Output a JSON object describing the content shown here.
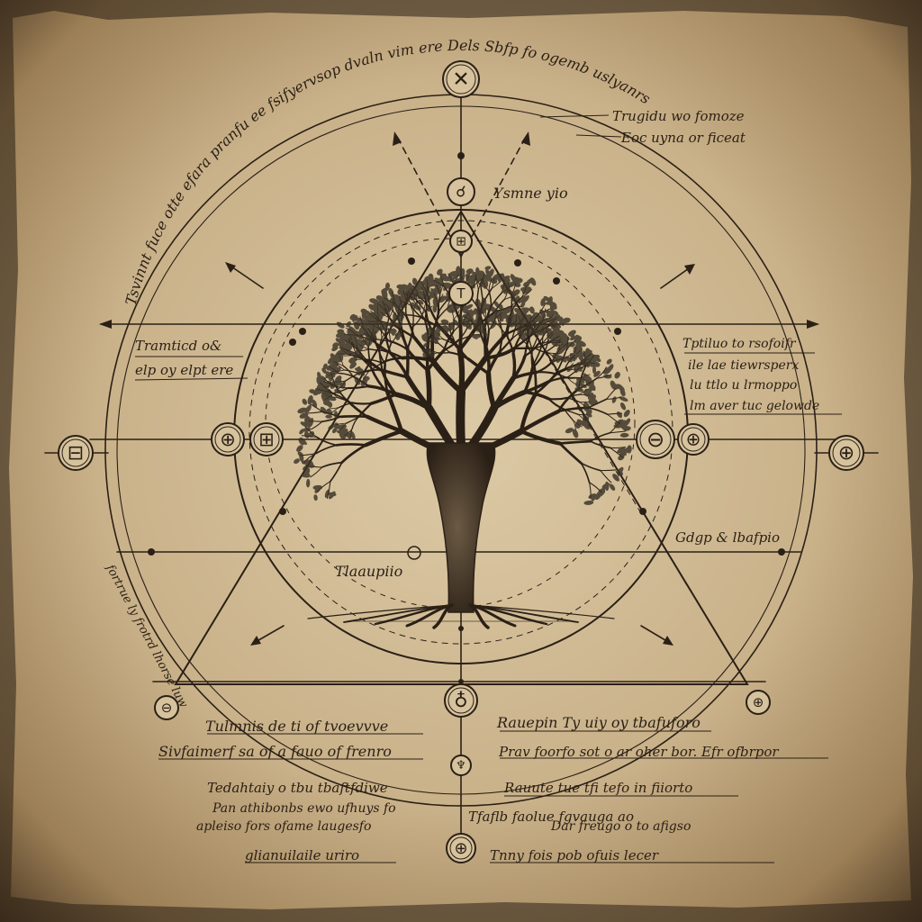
{
  "colors": {
    "parchment_light": "#d9c7a3",
    "parchment_mid": "#c2a97e",
    "parchment_dark": "#6e5434",
    "ink": "#2b2016",
    "leaf": "#3a3226"
  },
  "glyphs": {
    "top": "✕",
    "upper": "☌",
    "apex": "⊞",
    "mid": "T",
    "left_outer": "⊟",
    "left_a": "⊕",
    "left_b": "⊞",
    "right_a": "⊖",
    "right_b": "⊕",
    "right_outer": "⊕",
    "bottom_center": "♁",
    "bottom_small": "♆",
    "bottom_last": "⊕",
    "corner_left": "⊖",
    "corner_right": "⊕"
  },
  "annotations": {
    "outer_ring_top": "Tsvinnt fuce otte efara pranfu ee fsifyervsop dvaln vim ere Dels Sbfp fo ogemb uslyanrs",
    "outer_ring_left": "fortrue ly frotrd lhorse luw",
    "top_right_1": "Trugidu wo fomoze",
    "top_right_2": "Eoc uyna or ficeat",
    "upper_label": "Ysmne yio",
    "left_1": "Tramticd o&",
    "left_2": "elp oy elpt ere",
    "right_1": "Tptiluo to rsofoifr",
    "right_2": "ile lae tiewrsperx",
    "right_3": "lu ttlo u lrmoppo",
    "right_4": "lm aver tuc gelowde",
    "right_mid": "Gdgp & lbafpio",
    "tree_label": "Tlaaupiio",
    "bl_1": "Tulmnis de ti of tvoevvve",
    "bl_2": "Sivfaimerf sa of a fauo of frenro",
    "bl_3": "Tedahtaiy o tbu tbaftfdiwe",
    "bl_4": "Pan athibonbs ewo ufhuys fo",
    "bl_5": "apleiso fors ofame laugesfo",
    "bl_6": "glianuilaile uriro",
    "br_1": "Rauepin Ty uiy oy tbafuforo",
    "br_2": "Prav foorfo sot o ar oher bor. Efr ofbrpor",
    "br_3": "Rauute tue tfi tefo in fiiorto",
    "br_4": "Tfaflb faolue fgvauga ao",
    "br_5": "Dar freugo o to afigso",
    "br_6": "Tnny fois pob ofuis lecer"
  }
}
